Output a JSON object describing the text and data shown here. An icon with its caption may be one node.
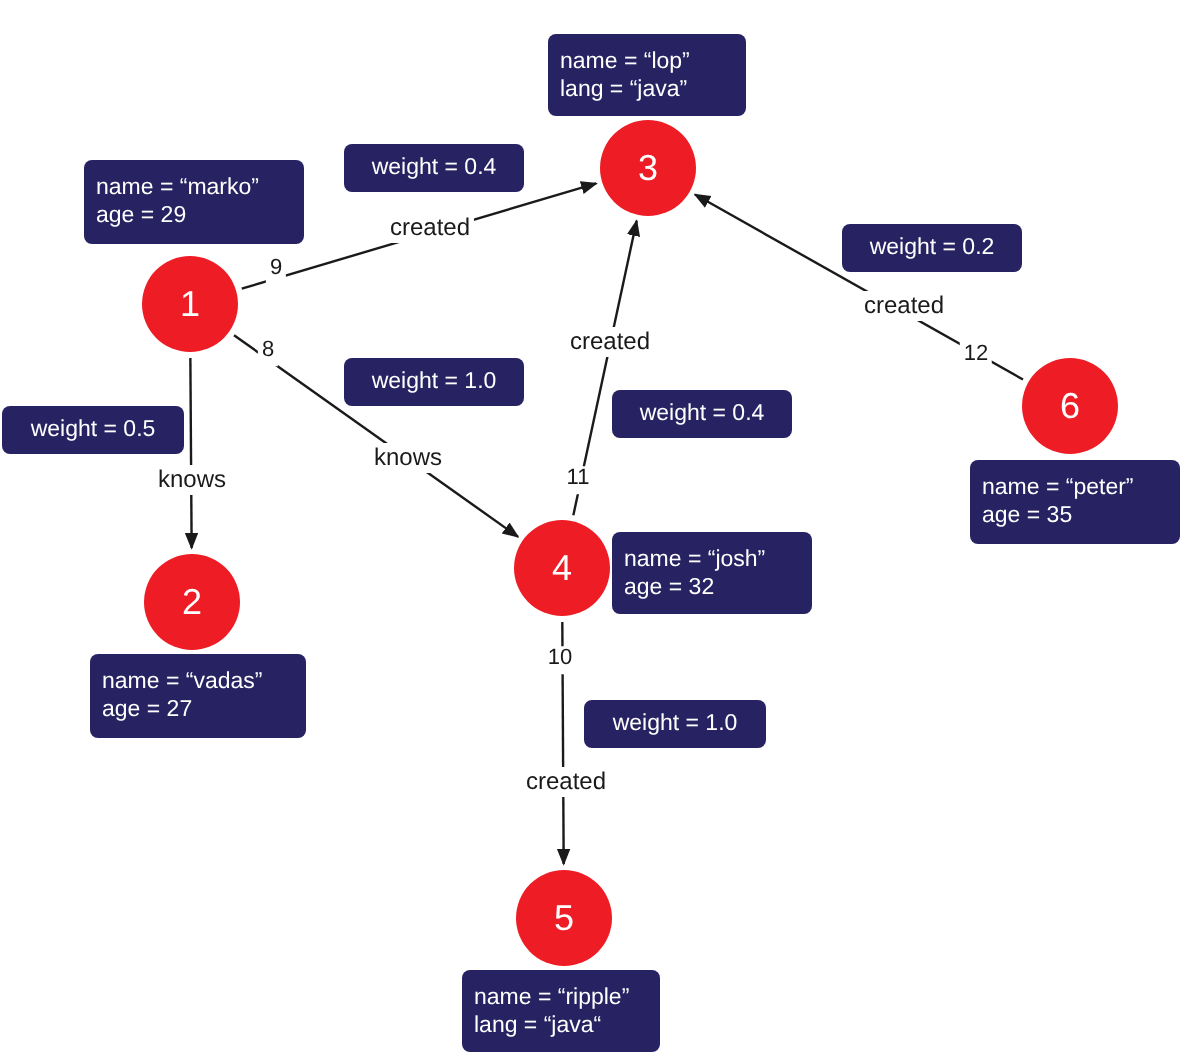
{
  "diagram": {
    "nodes": [
      {
        "text": [
          "1"
        ]
      },
      {
        "text": [
          "2"
        ]
      },
      {
        "text": [
          "3"
        ]
      },
      {
        "text": [
          "4"
        ]
      },
      {
        "text": [
          "5"
        ]
      },
      {
        "text": [
          "6"
        ]
      },
      {
        "text": [
          "name = “marko”",
          "age = 29"
        ]
      },
      {
        "text": [
          "name = “vadas”",
          "age = 27"
        ]
      },
      {
        "text": [
          "name = “lop”",
          "lang = “java”"
        ]
      },
      {
        "text": [
          "name = “josh”",
          "age = 32"
        ]
      },
      {
        "text": [
          "name = “ripple”",
          "lang = “java“"
        ]
      },
      {
        "text": [
          "name = “peter”",
          "age = 35"
        ]
      },
      {
        "text": [
          "weight = 0.4"
        ]
      },
      {
        "text": [
          "weight = 0.5"
        ]
      },
      {
        "text": [
          "weight = 1.0"
        ]
      },
      {
        "text": [
          "weight = 0.2"
        ]
      },
      {
        "text": [
          "weight = 0.4"
        ]
      },
      {
        "text": [
          "weight = 1.0"
        ]
      }
    ],
    "edges": [
      {
        "from": 0,
        "to": 2,
        "arrow": "to",
        "label": "created"
      },
      {
        "from": 0,
        "to": 1,
        "arrow": "to",
        "label": "knows"
      },
      {
        "from": 0,
        "to": 3,
        "arrow": "to",
        "label": "knows"
      },
      {
        "from": 3,
        "to": 2,
        "arrow": "to",
        "label": "created"
      },
      {
        "from": 5,
        "to": 2,
        "arrow": "to",
        "label": "created"
      },
      {
        "from": 3,
        "to": 4,
        "arrow": "to",
        "label": "created"
      }
    ],
    "labels": [
      "9",
      "8",
      "11",
      "12",
      "10"
    ]
  }
}
